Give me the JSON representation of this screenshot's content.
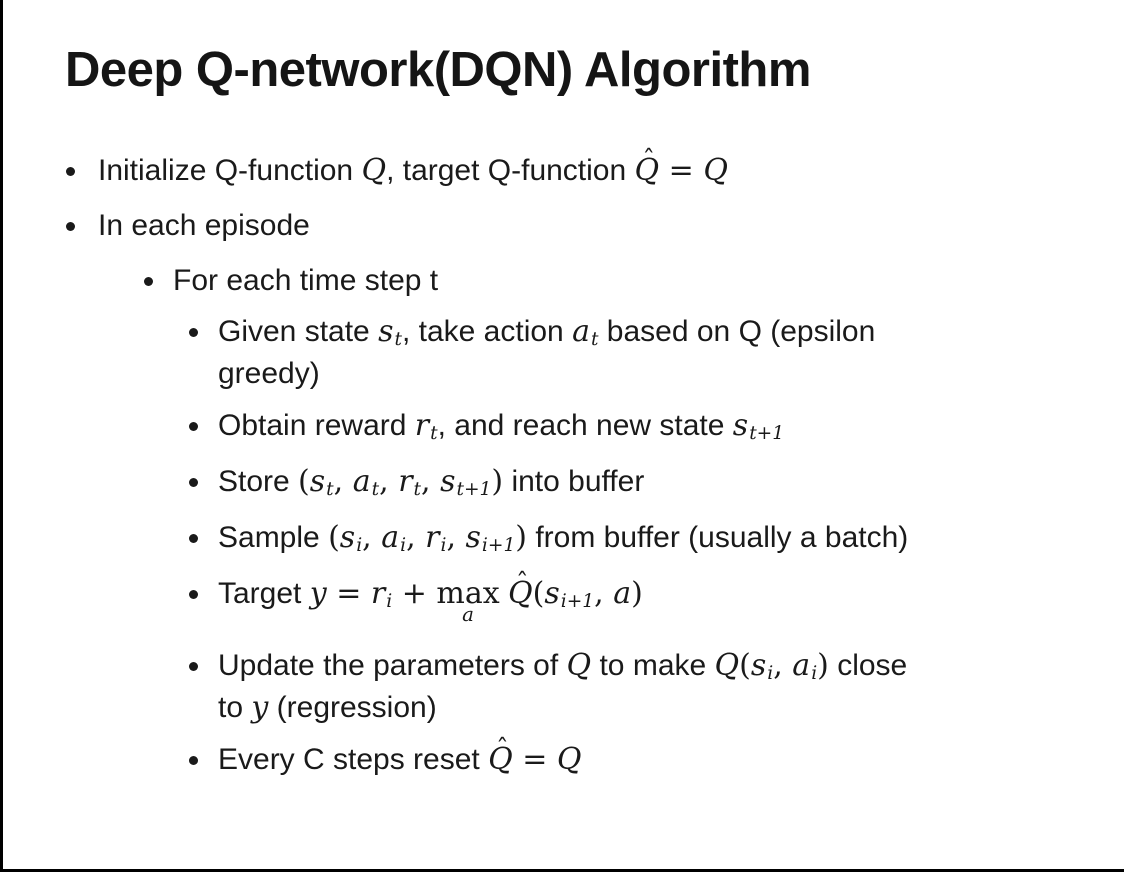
{
  "slide": {
    "title": "Deep Q-network(DQN) Algorithm",
    "background_color": "#ffffff",
    "text_color": "#1a1a1a",
    "border_color": "#000000",
    "bullets": [
      {
        "level": 1,
        "segs": [
          {
            "t": "Initialize Q-function "
          },
          {
            "v": "Q"
          },
          {
            "t": ", target Q-function "
          },
          {
            "hat": "Q"
          },
          {
            "m": " = "
          },
          {
            "v": "Q"
          }
        ]
      },
      {
        "level": 1,
        "segs": [
          {
            "t": "In each episode"
          }
        ]
      },
      {
        "level": 2,
        "segs": [
          {
            "t": "For each time step t"
          }
        ]
      },
      {
        "level": 3,
        "segs": [
          {
            "t": "Given state "
          },
          {
            "v": "s",
            "sub": "t"
          },
          {
            "t": ", take action "
          },
          {
            "v": "a",
            "sub": "t"
          },
          {
            "t": " based on Q (epsilon"
          },
          {
            "br": true
          },
          {
            "t": "greedy)"
          }
        ]
      },
      {
        "level": 3,
        "segs": [
          {
            "t": "Obtain reward "
          },
          {
            "v": "r",
            "sub": "t"
          },
          {
            "t": ", and reach new state "
          },
          {
            "v": "s",
            "sub": "t+1"
          }
        ]
      },
      {
        "level": 3,
        "segs": [
          {
            "t": "Store "
          },
          {
            "m": "("
          },
          {
            "v": "s",
            "sub": "t"
          },
          {
            "m": ", "
          },
          {
            "v": "a",
            "sub": "t"
          },
          {
            "m": ", "
          },
          {
            "v": "r",
            "sub": "t"
          },
          {
            "m": ", "
          },
          {
            "v": "s",
            "sub": "t+1"
          },
          {
            "m": ")"
          },
          {
            "t": " into buffer"
          }
        ]
      },
      {
        "level": 3,
        "segs": [
          {
            "t": "Sample "
          },
          {
            "m": "("
          },
          {
            "v": "s",
            "sub": "i"
          },
          {
            "m": ", "
          },
          {
            "v": "a",
            "sub": "i"
          },
          {
            "m": ", "
          },
          {
            "v": "r",
            "sub": "i"
          },
          {
            "m": ", "
          },
          {
            "v": "s",
            "sub": "i+1"
          },
          {
            "m": ")"
          },
          {
            "t": " from buffer (usually a batch)"
          }
        ]
      },
      {
        "level": 3,
        "segs": [
          {
            "t": "Target "
          },
          {
            "v": "y"
          },
          {
            "m": " = "
          },
          {
            "v": "r",
            "sub": "i"
          },
          {
            "m": " + "
          },
          {
            "max": "max",
            "under": "a"
          },
          {
            "t": " "
          },
          {
            "hat": "Q"
          },
          {
            "m": "("
          },
          {
            "v": "s",
            "sub": "i+1"
          },
          {
            "m": ", "
          },
          {
            "v": "a"
          },
          {
            "m": ")"
          }
        ]
      },
      {
        "level": 3,
        "segs": [
          {
            "t": "Update the parameters of "
          },
          {
            "v": "Q"
          },
          {
            "t": " to make "
          },
          {
            "v": "Q"
          },
          {
            "m": "("
          },
          {
            "v": "s",
            "sub": "i"
          },
          {
            "m": ", "
          },
          {
            "v": "a",
            "sub": "i"
          },
          {
            "m": ")"
          },
          {
            "t": " close"
          },
          {
            "br": true
          },
          {
            "t": "to "
          },
          {
            "v": "y"
          },
          {
            "t": " (regression)"
          }
        ]
      },
      {
        "level": 3,
        "segs": [
          {
            "t": "Every C steps reset "
          },
          {
            "hat": "Q"
          },
          {
            "m": " = "
          },
          {
            "v": "Q"
          }
        ]
      }
    ]
  }
}
